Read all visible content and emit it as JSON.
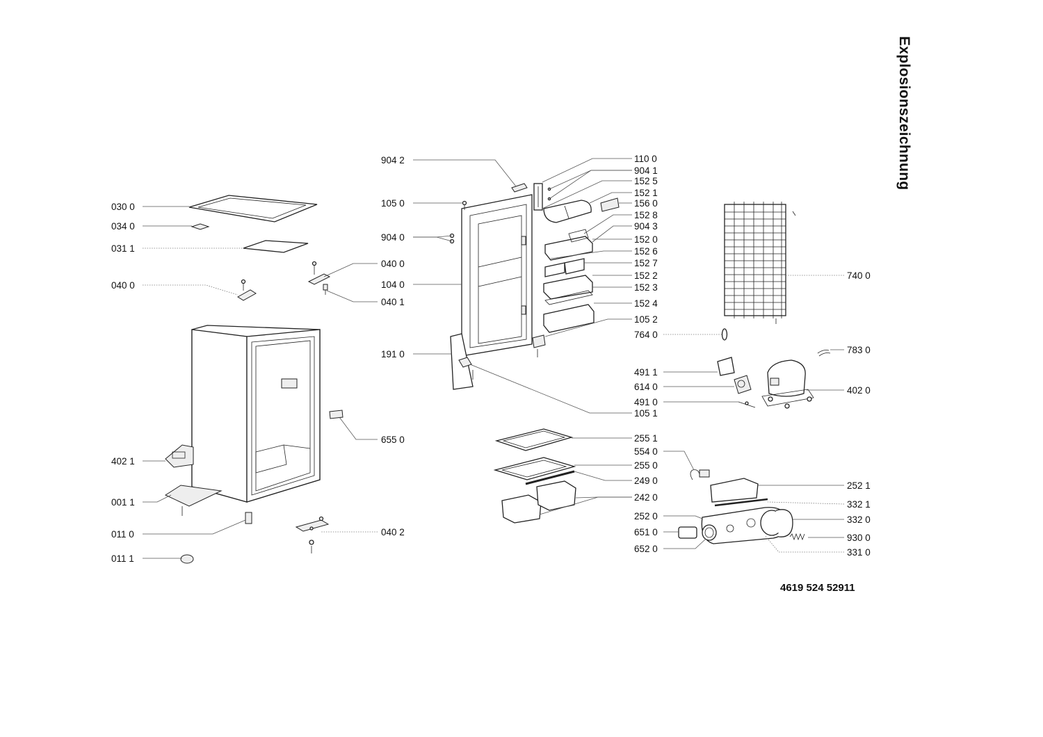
{
  "title": "Explosionszeichnung",
  "document_number": "4619 524 52911",
  "labels": {
    "l0300": "030 0",
    "l0340": "034 0",
    "l0311": "031 1",
    "l0400a": "040 0",
    "l0400b": "040 0",
    "l0401": "040 1",
    "l4021": "402 1",
    "l0011": "001 1",
    "l0110": "011 0",
    "l0111": "011 1",
    "l0402": "040 2",
    "l6550": "655 0",
    "l9042": "904 2",
    "l1050": "105 0",
    "l9040": "904 0",
    "l1040": "104 0",
    "l1910": "191 0",
    "l1051": "105 1",
    "l1100": "110 0",
    "l9041": "904 1",
    "l1525": "152 5",
    "l1521": "152 1",
    "l1560": "156 0",
    "l1528": "152 8",
    "l9043": "904 3",
    "l1520": "152 0",
    "l1526": "152 6",
    "l1527": "152 7",
    "l1522": "152 2",
    "l1523": "152 3",
    "l1524": "152 4",
    "l1052": "105 2",
    "l7640": "764 0",
    "l4911": "491 1",
    "l6140": "614 0",
    "l4910": "491 0",
    "l7400": "740 0",
    "l7830": "783 0",
    "l4020": "402 0",
    "l2551": "255 1",
    "l5540": "554 0",
    "l2550": "255 0",
    "l2490": "249 0",
    "l2420": "242 0",
    "l2520": "252 0",
    "l6510": "651 0",
    "l6520": "652 0",
    "l2521": "252 1",
    "l3321": "332 1",
    "l3320": "332 0",
    "l9300": "930 0",
    "l3310": "331 0"
  }
}
